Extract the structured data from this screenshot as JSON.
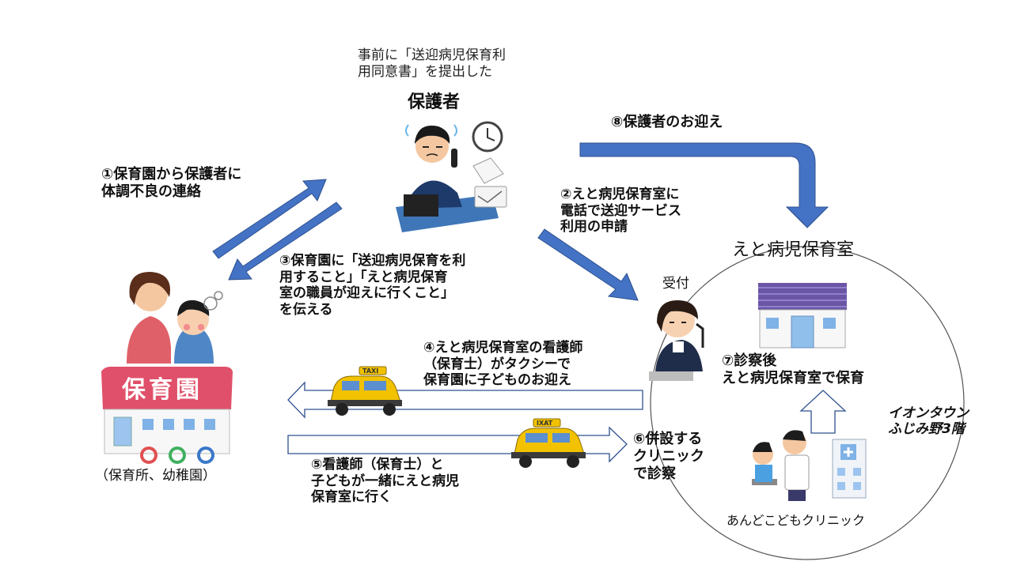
{
  "note_top": "事前に「送迎病児保育利\n用同意書」を提出した",
  "parent_label": "保護者",
  "step1": "①保育園から保護者に\n体調不良の連絡",
  "step2": "②えと病児保育室に\n電話で送迎サービス\n利用の申請",
  "step3": "③保育園に「送迎病児保育を利\n用すること」「えと病児保育\n室の職員が迎えに行くこと」\nを伝える",
  "step4": "④えと病児保育室の看護師\n（保育士）がタクシーで\n保育園に子どものお迎え",
  "step5": "⑤看護師（保育士）と\n子どもが一緒にえと病児\n保育室に行く",
  "step6": "⑥併設する\nクリニック\nで診察",
  "step7": "⑦診察後\nえと病児保育室で保育",
  "step8": "⑧保護者のお迎え",
  "facility_title": "えと病児保育室",
  "reception_label": "受付",
  "location_label": "イオンタウン\nふじみ野3階",
  "clinic_label": "あんどこどもクリニック",
  "nursery_sign": "保育園",
  "nursery_caption": "（保育所、幼稚園）",
  "taxi_sign_1": "TAXI",
  "taxi_sign_2": "IXAT",
  "colors": {
    "arrow_blue": "#4472c4",
    "arrow_blue_dark": "#2f528f",
    "nursery_roof": "#e0506a",
    "taxi_yellow": "#f2c200"
  }
}
